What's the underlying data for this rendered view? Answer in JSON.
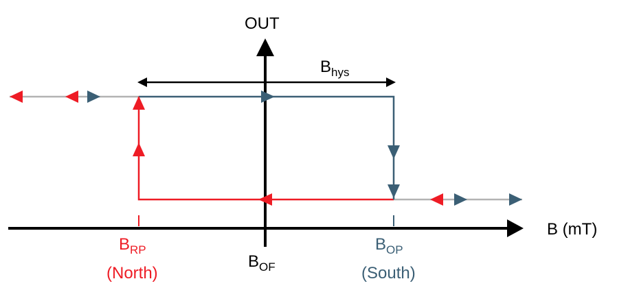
{
  "labels": {
    "y_axis": "OUT",
    "x_axis": "B (mT)",
    "hysteresis": {
      "base": "B",
      "sub": "hys"
    },
    "release_point": {
      "base": "B",
      "sub": "RP",
      "pole": "(North)"
    },
    "operate_point": {
      "base": "B",
      "sub": "OP",
      "pole": "(South)"
    },
    "offset": {
      "base": "B",
      "sub": "OF"
    }
  },
  "colors": {
    "axis": "#000000",
    "release_path": "#ee1c25",
    "operate_path": "#3b5f75",
    "inactive_path": "#b3b3b3"
  }
}
